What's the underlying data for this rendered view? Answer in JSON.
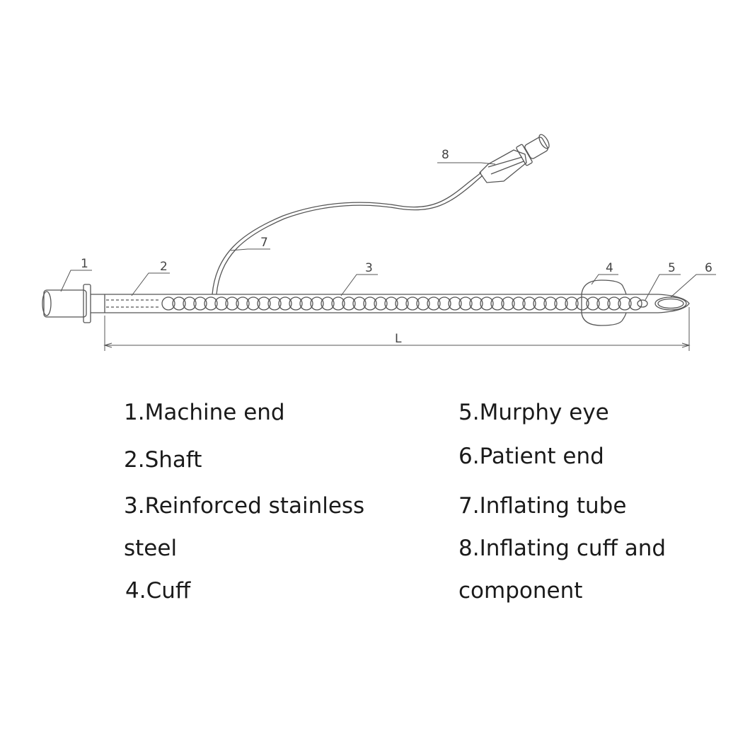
{
  "diagram": {
    "callouts": [
      "1",
      "2",
      "3",
      "4",
      "5",
      "6",
      "7",
      "8"
    ],
    "dimension_label": "L"
  },
  "legend": {
    "item1": "1.Machine end",
    "item2": "2.Shaft",
    "item3_line1": "3.Reinforced stainless",
    "item3_line2": "steel",
    "item4": "4.Cuff",
    "item5": "5.Murphy eye",
    "item6": "6.Patient end",
    "item7": "7.Inflating tube",
    "item8_line1": "8.Inflating cuff and",
    "item8_line2": "component"
  }
}
